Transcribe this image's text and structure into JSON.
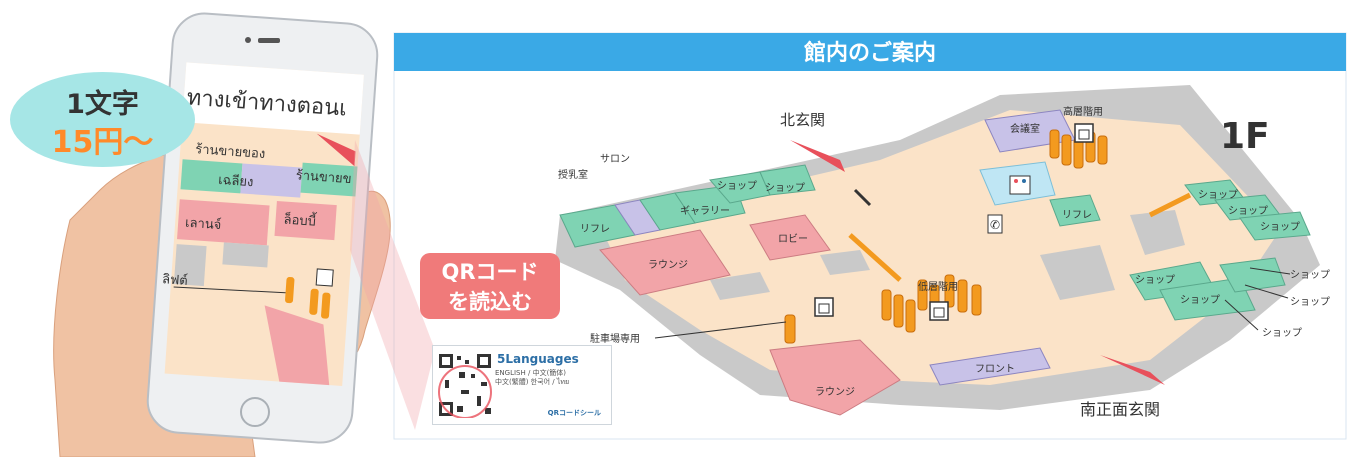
{
  "banner": {
    "title": "館内のご案内"
  },
  "floor": {
    "label": "1F"
  },
  "entrances": {
    "north": "北玄関",
    "south_main": "南正面玄関"
  },
  "rooms": {
    "salon": "サロン",
    "nursing": "授乳室",
    "refresh_left": "リフレ",
    "gallery": "ギャラリー",
    "shop_top_1": "ショップ",
    "shop_top_2": "ショップ",
    "lounge_left": "ラウンジ",
    "lobby": "ロビー",
    "meeting": "会議室",
    "high_floor_elevator": "高層階用",
    "refresh_right": "リフレ",
    "shops_right": [
      "ショップ",
      "ショップ",
      "ショップ"
    ],
    "shops_bottom_right": [
      "ショップ",
      "ショップ"
    ],
    "shop_pointers": [
      "ショップ",
      "ショップ",
      "ショップ"
    ],
    "low_floor_elevator": "低層階用",
    "parking_elevator": "駐車場専用",
    "front": "フロント",
    "lounge_bottom": "ラウンジ"
  },
  "phone_screen": {
    "heading": "ทางเข้าทางตอนเ",
    "shop_label": "ร้านขายของ",
    "shop_label_2": "ร้านขายข",
    "acoustic": "เฉลียง",
    "lounge": "เลานจ์",
    "lobby": "ล็อบบี้",
    "elevator": "ลิฟต์"
  },
  "promo": {
    "price_line1": "1文字",
    "price_line2": "15円〜",
    "callout": "QRコード\nを読込む",
    "qr_title": "5Languages",
    "qr_langs_line1": "ENGLISH / 中文(簡体)",
    "qr_langs_line2": "中文(繁體) 한국어 / ไทย",
    "qr_brand": "QRコードシール"
  },
  "colors": {
    "banner": "#3aa9e6",
    "floor": "#fbe3c8",
    "shop": "#7fd3b3",
    "lounge": "#f2a4a8",
    "room_purple": "#c8c2e8",
    "wall": "#c9c9c9",
    "elevator": "#f39a1f",
    "accent_red": "#e8505b",
    "cyan": "#a6e6e6"
  }
}
